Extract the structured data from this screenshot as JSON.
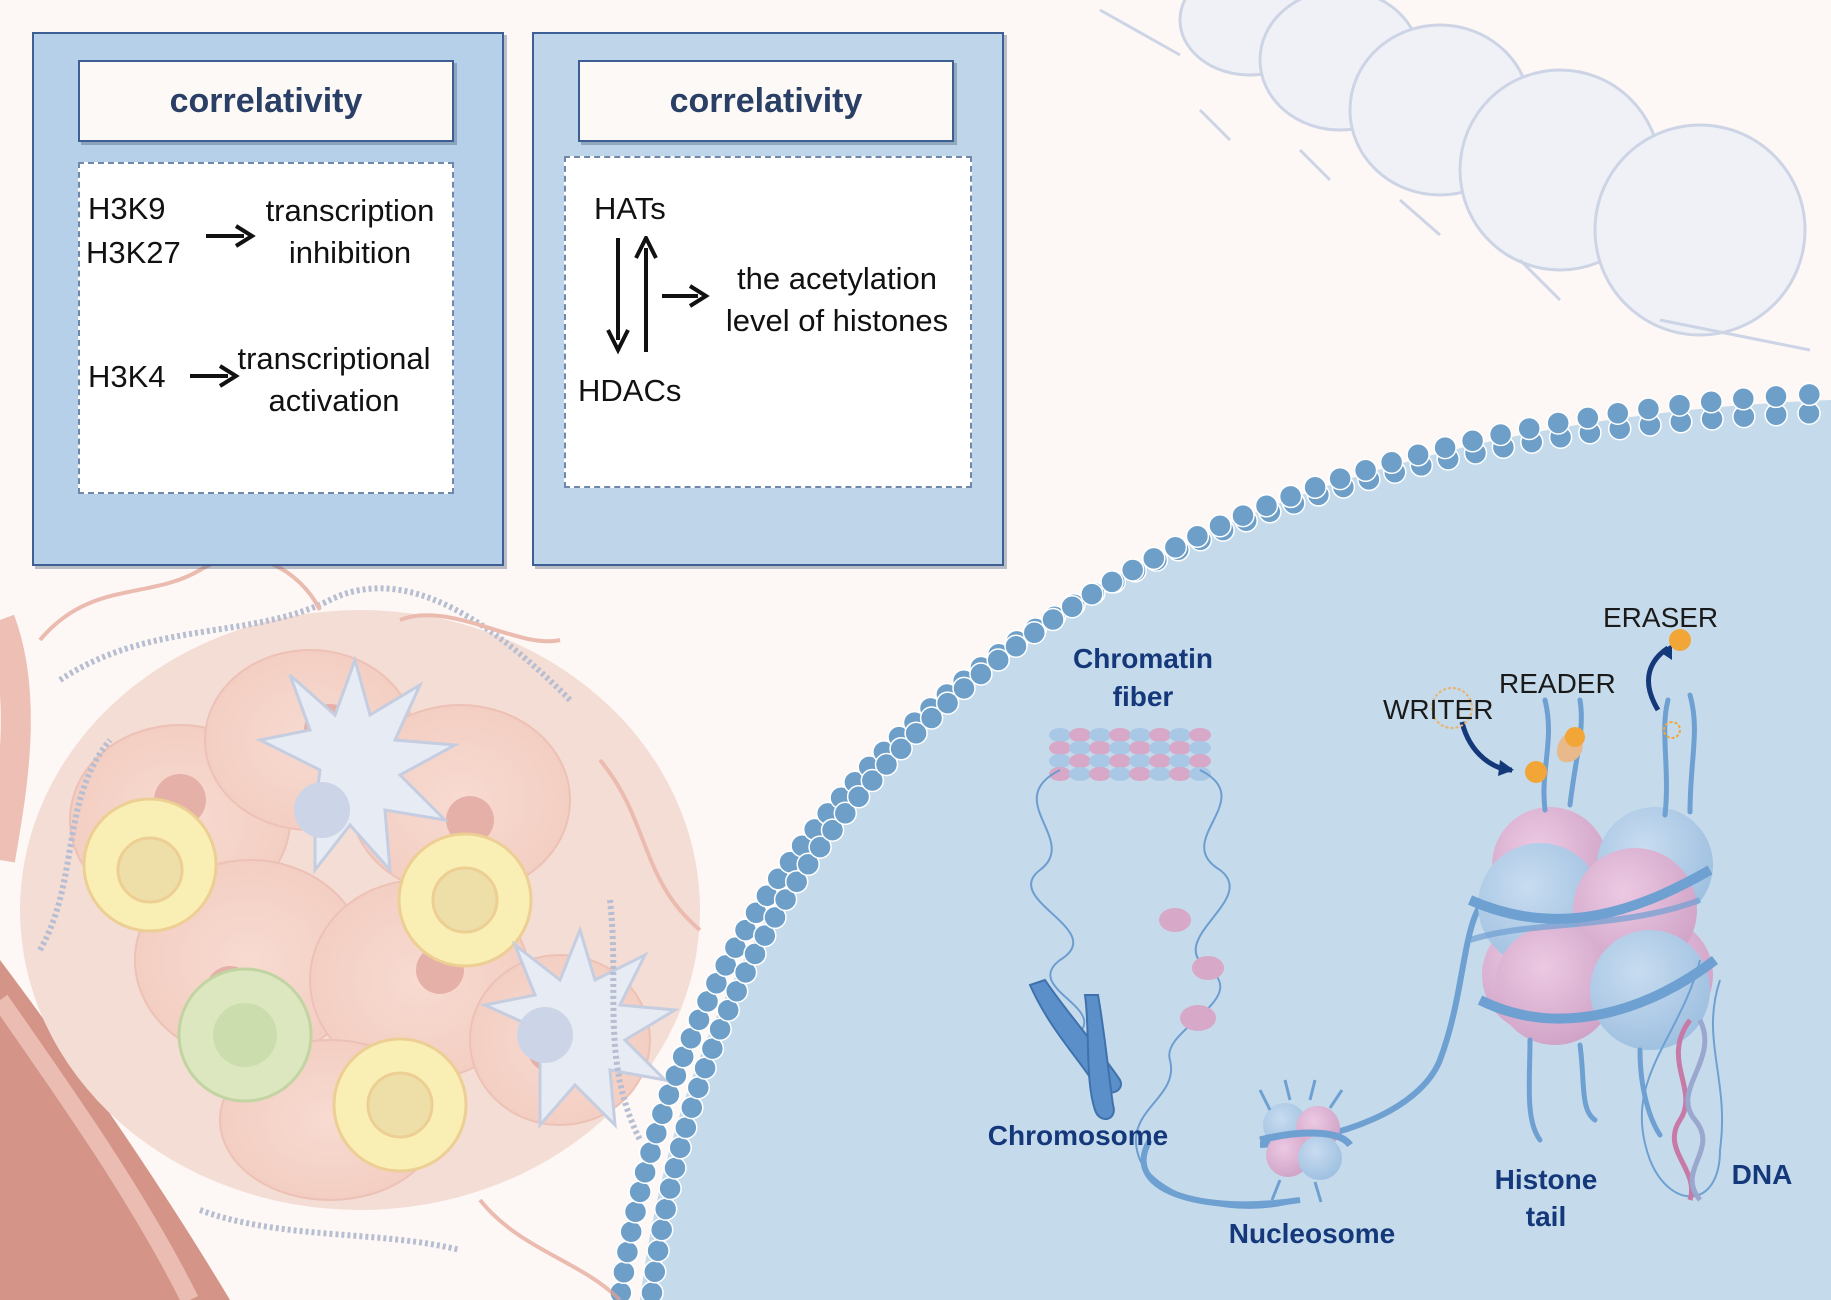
{
  "panels": [
    {
      "title": "correlativity",
      "rows": [
        {
          "left": [
            "H3K9",
            "H3K27"
          ],
          "right": [
            "transcription",
            "inhibition"
          ]
        },
        {
          "left": [
            "H3K4"
          ],
          "right": [
            "transcriptional",
            "activation"
          ]
        }
      ]
    },
    {
      "title": "correlativity",
      "top": "HATs",
      "bottom": "HDACs",
      "result": [
        "the acetylation",
        "level of histones"
      ]
    }
  ],
  "labels": {
    "chromatin_fiber": [
      "Chromatin",
      "fiber"
    ],
    "chromosome": "Chromosome",
    "nucleosome": "Nucleosome",
    "histone_tail": [
      "Histone",
      "tail"
    ],
    "dna": "DNA",
    "writer": "WRITER",
    "reader": "READER",
    "eraser": "ERASER"
  },
  "colors": {
    "nucleus": "#c5dbec",
    "membrane": "#6e9fc8",
    "histone_blue": "#a9c8e6",
    "histone_pink": "#dcb3d3",
    "mark_orange": "#f2a637",
    "label_navy": "#14387a"
  }
}
